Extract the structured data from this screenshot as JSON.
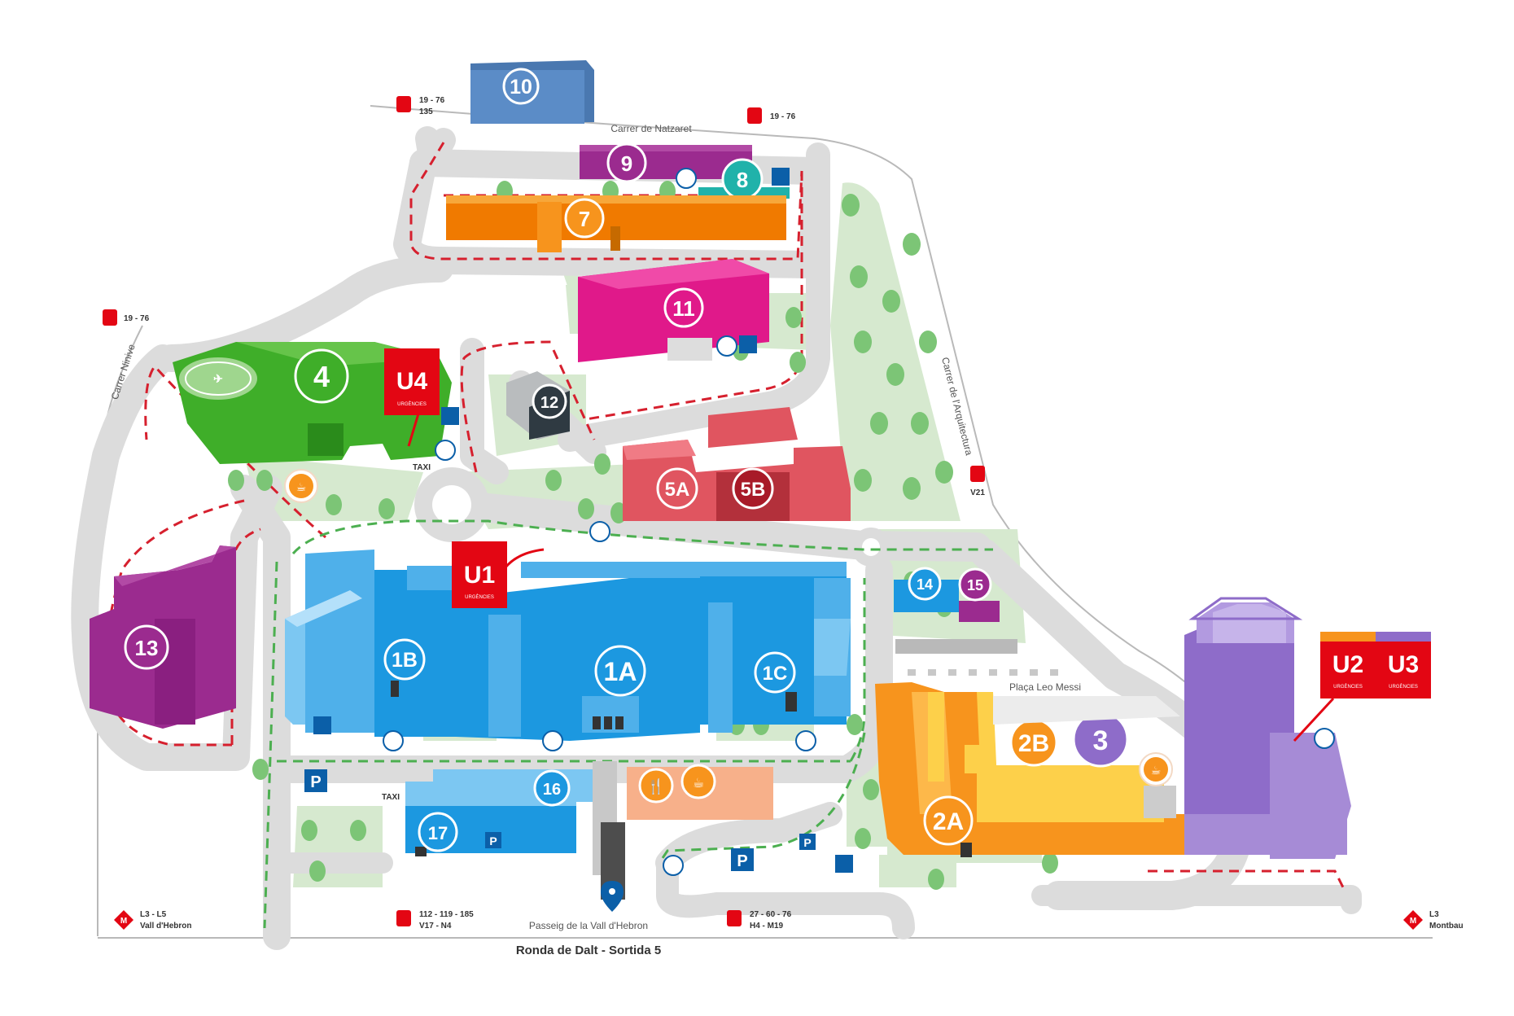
{
  "colors": {
    "road": "#dcdcdc",
    "road_edge": "#c8c8c8",
    "green_area": "#d6e9cf",
    "tree": "#7cc576",
    "red_route": "#d6202e",
    "green_route": "#4caf50",
    "transport_red": "#e30613",
    "service_blue": "#0b5fa8",
    "building_1": "#1c98e0",
    "building_1_light": "#7cc7f2",
    "building_2": "#f7941d",
    "building_2_light": "#fdd04a",
    "building_3": "#8e6cc9",
    "building_4": "#3fae29",
    "building_5": "#e05560",
    "building_7": "#f7941d",
    "building_8": "#20b2aa",
    "building_9": "#9b2b8f",
    "building_10": "#5b8cc7",
    "building_11": "#e0198a",
    "building_12": "#2f3a42",
    "building_13": "#9b2b8f",
    "building_14": "#1c98e0",
    "building_15": "#9b2b8f",
    "building_16": "#7cc7f2",
    "building_17": "#7cc7f2",
    "restaurant": "#f7b08a",
    "urgencies": "#e30613",
    "text_dark": "#333333"
  },
  "streets": {
    "natzaret": "Carrer de Natzaret",
    "ninive": "Carrer Ninive",
    "arquitectura": "Carrer de l'Arquitectura",
    "passeig": "Passeig de la Vall d'Hebron",
    "ronda": "Ronda de Dalt - Sortida 5",
    "placa": "Plaça Leo Messi"
  },
  "buildings": {
    "b10": "10",
    "b9": "9",
    "b8": "8",
    "b7": "7",
    "b11": "11",
    "b12": "12",
    "b4": "4",
    "b5a": "5A",
    "b5b": "5B",
    "b13": "13",
    "b1b": "1B",
    "b1a": "1A",
    "b1c": "1C",
    "b14": "14",
    "b15": "15",
    "b2b": "2B",
    "b3": "3",
    "b2a": "2A",
    "b16": "16",
    "b17": "17"
  },
  "urgencies": {
    "u4": "U4",
    "u1": "U1",
    "u2": "U2",
    "u3": "U3",
    "sub": "URGÈNCIES"
  },
  "transport": {
    "bus_top_left_1": "19 - 76",
    "bus_top_left_2": "135",
    "bus_top_right": "19 - 76",
    "bus_left": "19 - 76",
    "bus_right": "V21",
    "metro_left_1": "L3 - L5",
    "metro_left_2": "Vall d'Hebron",
    "bus_bottom_mid_1": "112 - 119 - 185",
    "bus_bottom_mid_2": "V17 - N4",
    "bus_bottom_right_1": "27 - 60 - 76",
    "bus_bottom_right_2": "H4 - M19",
    "metro_right_1": "L3",
    "metro_right_2": "Montbau",
    "metro_letter": "M",
    "taxi": "TAXI",
    "parking": "P"
  }
}
